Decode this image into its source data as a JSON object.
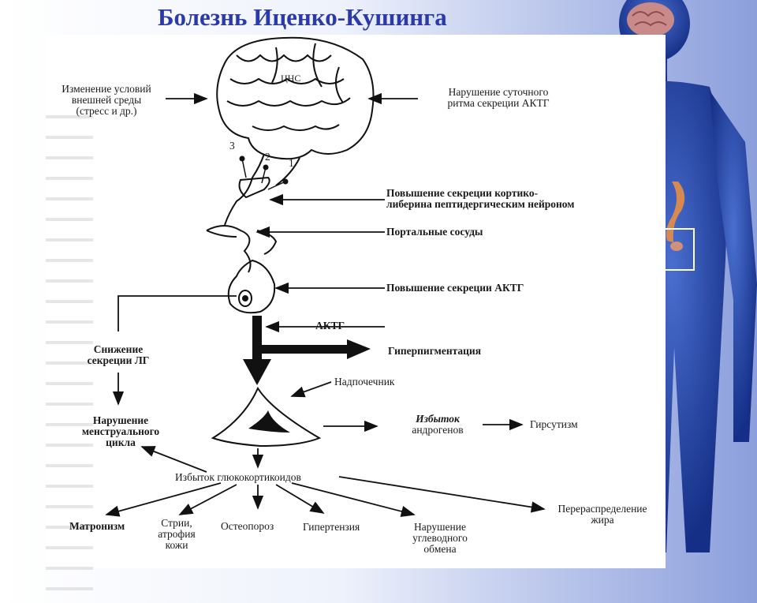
{
  "title": "Болезнь Иценко-Кушинга",
  "labels": {
    "cns": "ЦНС",
    "env_change": [
      "Изменение условий",
      "внешней среды",
      "(стресс и др.)"
    ],
    "rhythm": [
      "Нарушение суточного",
      "ритма секреции АКТГ"
    ],
    "crh": [
      "Повышение секреции кортико-",
      "либерина пептидергическим нейроном"
    ],
    "portal": "Портальные сосуды",
    "acth_up": "Повышение секреции АКТГ",
    "acth": "АКТГ",
    "hyperpig": "Гиперпигментация",
    "lh_down": [
      "Снижение",
      "секреции ЛГ"
    ],
    "adrenal": "Надпочечник",
    "androgens": [
      "Избыток",
      "андрогенов"
    ],
    "hirsutism": "Гирсутизм",
    "menstrual": [
      "Нарушение",
      "менструального",
      "цикла"
    ],
    "gluco": "Избыток глюкокортикоидов",
    "fat": [
      "Перераспределение",
      "жира"
    ],
    "matronism": "Матронизм",
    "striae": [
      "Стрии,",
      "атрофия",
      "кожи"
    ],
    "osteo": "Остеопороз",
    "hypertension": "Гипертензия",
    "carb": [
      "Нарушение",
      "углеводного",
      "обмена"
    ],
    "n1": "1",
    "n2": "2",
    "n3": "3"
  },
  "colors": {
    "title": "#2b3aa8",
    "body": "#1f3c9c"
  }
}
